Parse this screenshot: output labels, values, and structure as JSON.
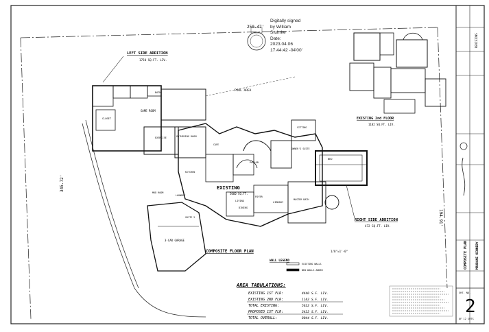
{
  "signature": {
    "line1": "Digitally signed",
    "line2": "by William",
    "line3": "Stuhrke",
    "line4": "Date:",
    "line5": "2023.04.06",
    "line6": "17:44:42 -04'00'"
  },
  "drawing": {
    "title": "COMPOSITE FLOOR PLAN",
    "scale": "1/8\"=1'-0\"",
    "dimension_top": "250.47'",
    "dimension_right": "194.91'",
    "dimension_left": "345.72'",
    "left_addition_title": "LEFT SIDE ADDITION",
    "left_addition_area": "1750 SQ.FT. LIV.",
    "right_addition_title": "RIGHT SIDE ADDITION",
    "right_addition_area": "472 SQ.FT. LIV.",
    "existing_2nd_title": "EXISTING 2nd FLOOR",
    "existing_2nd_area": "1182 SQ.FT. LIV.",
    "existing_label": "EXISTING",
    "existing_sub": "5060 SQ.FT.",
    "pool_area": "POOL AREA",
    "wall_legend": "WALL LEGEND",
    "legend_existing": "EXISTING WALLS",
    "legend_new": "NEW WALLS ADDED"
  },
  "rooms": {
    "game_room": "GAME ROOM",
    "bath": "BATH",
    "closet": "CLOSET",
    "garage": "3-CAR GARAGE",
    "laundry": "LAUNDRY",
    "kitchen": "KITCHEN",
    "living": "LIVING",
    "dining": "DINING",
    "foyer": "FOYER",
    "library": "LIBRARY",
    "parlor": "PARLOR",
    "owners_suite": "OWNER'S SUITE",
    "master_bath": "MASTER BATH",
    "sitting": "SITTING",
    "suite2": "SUITE 2",
    "exercise": "EXERCISE",
    "gathering": "GATHERING ROOM",
    "cafe": "CAFE",
    "bed": "BED",
    "mud_room": "MUD ROOM"
  },
  "area_tabulations": {
    "title": "AREA TABULATIONS:",
    "rows": [
      {
        "label": "EXISTING 1ST FLR:",
        "value": "4440 S.F. LIV."
      },
      {
        "label": "EXISTING 2ND FLR:",
        "value": "1182 S.F. LIV."
      },
      {
        "label": "TOTAL EXISTING:",
        "value": "5622 S.F. LIV."
      },
      {
        "label": "PROPOSED 1ST FLR:",
        "value": "2422 S.F. LIV."
      },
      {
        "label": "TOTAL OVERALL:",
        "value": "8044 S.F. LIV."
      }
    ]
  },
  "title_block": {
    "sheet_title": "COMPOSITE PLAN",
    "owner": "MRUBANE KENNEDY",
    "sheet_label": "SHT. NO.",
    "sheet_number": "2",
    "sheet_of": "OF 12 SHTS",
    "revisions_label": "REVISIONS"
  }
}
